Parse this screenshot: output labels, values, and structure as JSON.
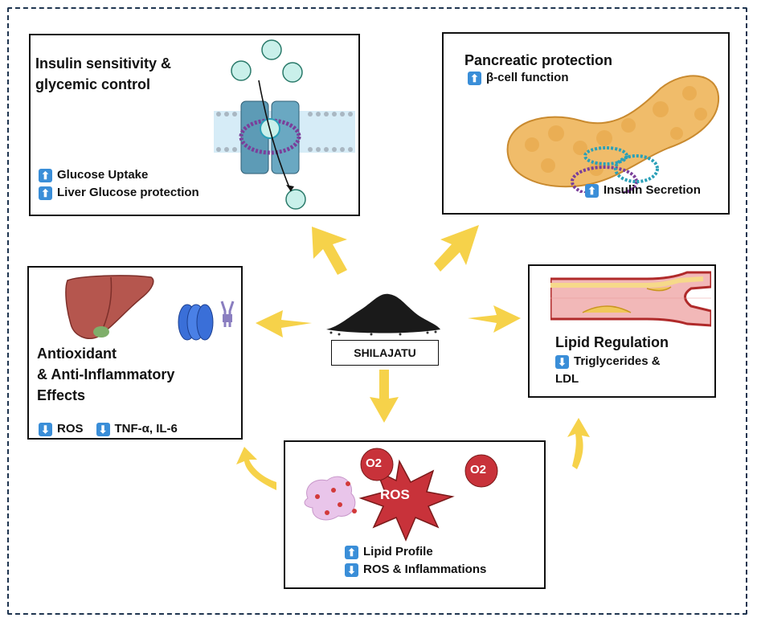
{
  "center": {
    "label": "SHILAJATU"
  },
  "boxes": {
    "insulin": {
      "title_line1": "Insulin sensitivity &",
      "title_line2": "glycemic control",
      "items": [
        {
          "dir": "up",
          "text": "Glucose Uptake"
        },
        {
          "dir": "up",
          "text": "Liver Glucose protection"
        }
      ]
    },
    "pancreatic": {
      "title": "Pancreatic protection",
      "items": [
        {
          "dir": "up",
          "text": "β-cell function"
        },
        {
          "dir": "up",
          "text": "Insulin Secretion"
        }
      ]
    },
    "antioxidant": {
      "title_line1": "Antioxidant",
      "title_line2": "& Anti-Inflammatory",
      "title_line3": "Effects",
      "item_a": {
        "dir": "down",
        "text": "ROS"
      },
      "item_b": {
        "dir": "down",
        "text": "TNF-α, IL-6"
      }
    },
    "lipid": {
      "title": "Lipid Regulation",
      "item_line1": "Triglycerides &",
      "item_line2": "LDL"
    },
    "ros": {
      "badge": "ROS",
      "o2_a": "O2",
      "o2_b": "O2",
      "items": [
        {
          "dir": "up",
          "text": "Lipid Profile"
        },
        {
          "dir": "down",
          "text": "ROS & Inflammations"
        }
      ]
    }
  },
  "icons": {
    "up": "⬆",
    "down": "⬇"
  },
  "colors": {
    "frame": "#1f3550",
    "arrow": "#f6d24a",
    "icon_blue": "#3a8ed8",
    "ros_red": "#c8323a"
  }
}
